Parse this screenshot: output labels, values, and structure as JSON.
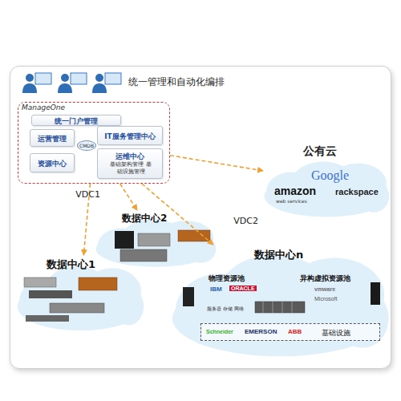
{
  "diagram": {
    "title": "统一管理和自动化编排",
    "nodes": [
      {
        "text": [
          "ManageOne"
        ]
      },
      {
        "text": [
          "统一门户管理"
        ],
        "in": 0
      },
      {
        "text": [
          "运营管理"
        ],
        "in": 0
      },
      {
        "text": [
          "IT服务管理中心"
        ],
        "in": 0
      },
      {
        "text": [
          "资源中心"
        ],
        "in": 0
      },
      {
        "text": [
          "CMDB"
        ],
        "in": 0
      },
      {
        "text": [
          "运维中心",
          "基础架构管理 基础设施管理"
        ],
        "in": 0
      },
      {
        "text": [
          "公有云",
          "Google",
          "amazon",
          "web services",
          "rackspace"
        ]
      },
      {
        "text": [
          "数据中心2"
        ]
      },
      {
        "text": [
          "数据中心1"
        ]
      },
      {
        "text": [
          "数据中心n"
        ]
      },
      {
        "text": [
          "物理资源池",
          "IBM",
          "ORACLE",
          "服务器 存储 网络"
        ],
        "in": 10
      },
      {
        "text": [
          "异构虚拟资源池",
          "vmware",
          "Microsoft"
        ],
        "in": 10
      },
      {
        "text": [
          "Schneider",
          "EMERSON",
          "ABB",
          "基础设施"
        ],
        "in": 10
      }
    ],
    "edges": [
      {
        "from": 0,
        "to": 9,
        "arrow": "to"
      },
      {
        "from": 0,
        "to": 8,
        "arrow": "to",
        "label": "VDC1"
      },
      {
        "from": 0,
        "to": 10,
        "arrow": "to",
        "label": "VDC2"
      },
      {
        "from": 0,
        "to": 7,
        "arrow": "to"
      }
    ]
  }
}
